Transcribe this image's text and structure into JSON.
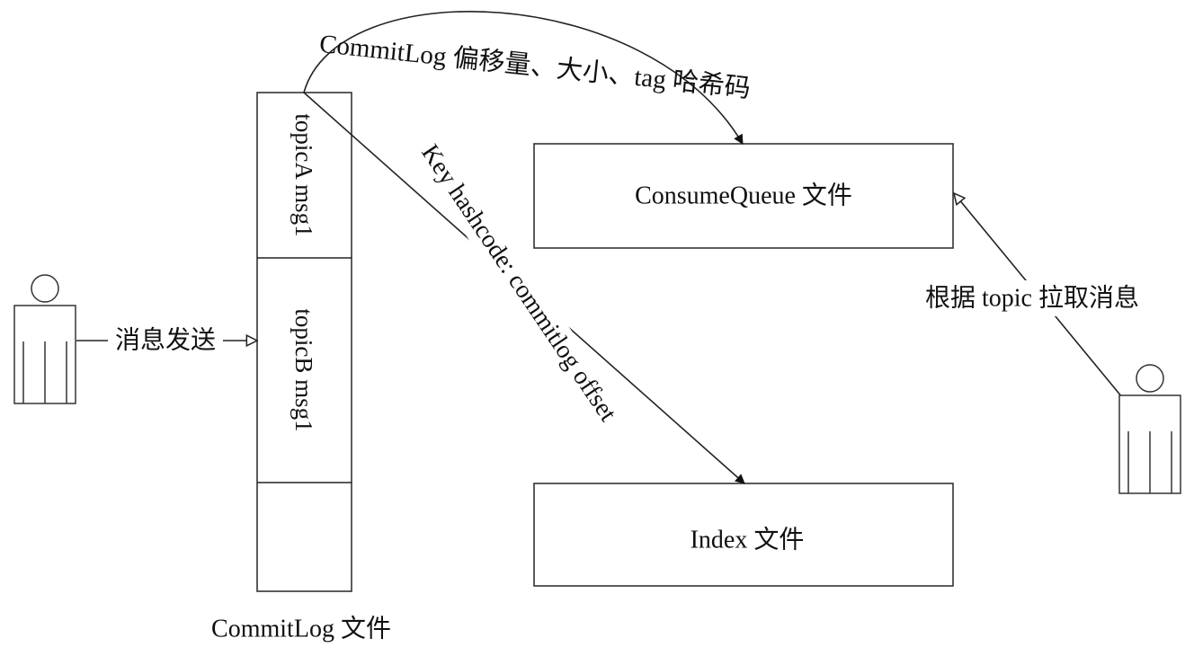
{
  "commitlog": {
    "caption": "CommitLog 文件",
    "segments": [
      "topicA msg1",
      "topicB msg1",
      ""
    ]
  },
  "consumequeue": {
    "label": "ConsumeQueue 文件"
  },
  "index": {
    "label": "Index 文件"
  },
  "edges": {
    "send": "消息发送",
    "to_consumequeue": "CommitLog 偏移量、大小、tag 哈希码",
    "to_index": "Key hashcode: commitlog offset",
    "pull": "根据 topic 拉取消息"
  },
  "actors": {
    "producer": "producer-icon",
    "consumer": "consumer-icon"
  }
}
